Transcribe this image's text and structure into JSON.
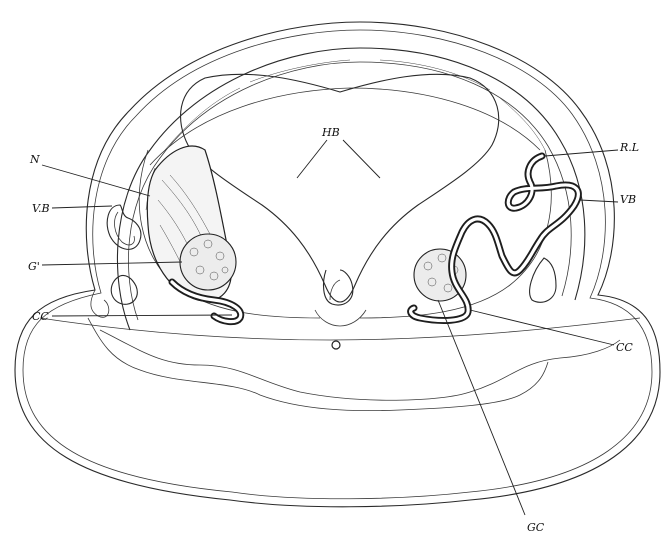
{
  "figure": {
    "labels": {
      "hb": "HB",
      "n": "N",
      "vb_left": "V.B",
      "gc_prime": "G'",
      "cc_left": "CC",
      "rl": "R.L",
      "vb_right": "VB",
      "cc_right": "CC",
      "gc_bottom": "GC"
    },
    "colors": {
      "ink": "#222222",
      "paper": "#ffffff"
    }
  }
}
